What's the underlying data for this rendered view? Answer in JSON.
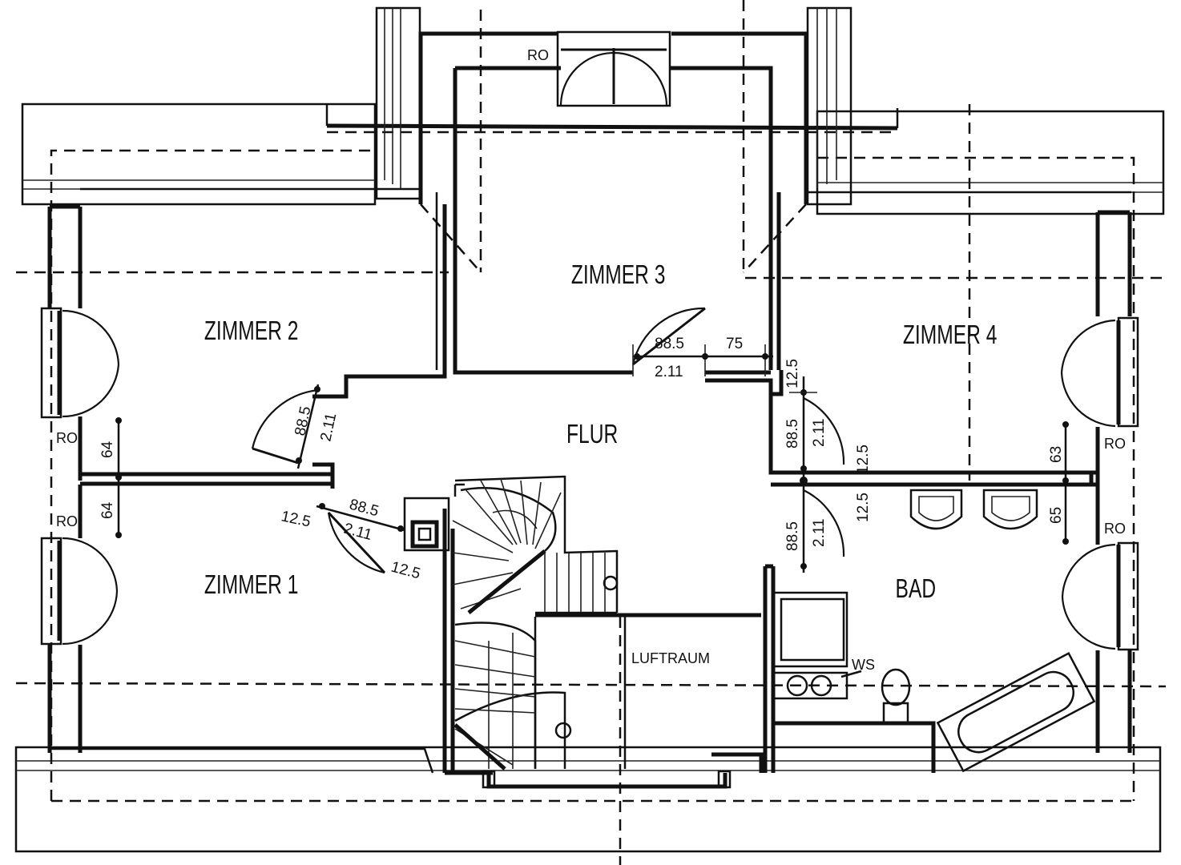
{
  "rooms": {
    "zimmer1": "ZIMMER 1",
    "zimmer2": "ZIMMER 2",
    "zimmer3": "ZIMMER 3",
    "zimmer4": "ZIMMER 4",
    "flur": "FLUR",
    "bad": "BAD",
    "luftraum": "LUFTRAUM"
  },
  "fixtures": {
    "ws": "WS"
  },
  "window_tags": {
    "ro_top": "RO",
    "ro_left_upper": "RO",
    "ro_left_lower": "RO",
    "ro_right_upper": "RO",
    "ro_right_lower": "RO"
  },
  "dimensions": {
    "z3_door_width": "88.5",
    "z3_door_height": "2.11",
    "z3_wall": "75",
    "z2_door_width": "88.5",
    "z2_door_height": "2.11",
    "z1_door_width": "88.5",
    "z1_door_height": "2.11",
    "z1_offset_a": "12.5",
    "z1_offset_b": "12.5",
    "z4_door_width": "88.5",
    "z4_door_height": "2.11",
    "z4_offset_top": "12.5",
    "z4_offset_side": "12.5",
    "bad_door_width": "88.5",
    "bad_door_height": "2.11",
    "bad_offset": "12.5",
    "left_pier_upper": "64",
    "left_pier_lower": "64",
    "right_pier_upper": "63",
    "right_pier_lower": "65"
  }
}
